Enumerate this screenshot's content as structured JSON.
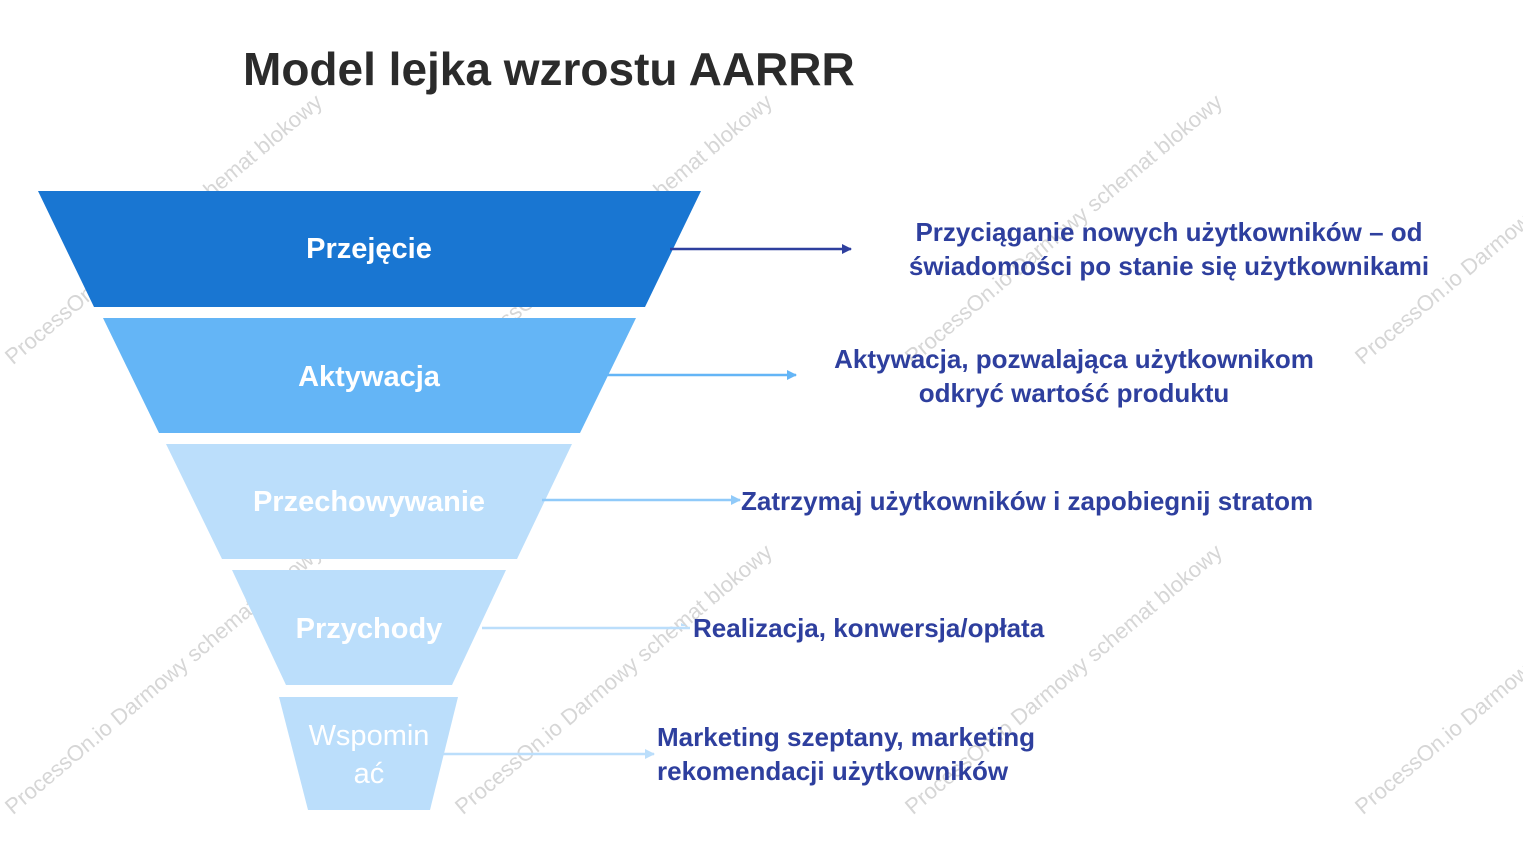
{
  "title": "Model lejka wzrostu AARRR",
  "watermark": "ProcessOn.io Darmowy schemat blokowy",
  "stages": [
    {
      "label_lines": [
        "Przejęcie"
      ],
      "description_lines": [
        "Przyciąganie nowych użytkowników – od",
        "świadomości po stanie się użytkownikami"
      ],
      "fill": "#1976d2",
      "arrow_color": "#2e3f9e"
    },
    {
      "label_lines": [
        "Aktywacja"
      ],
      "description_lines": [
        "Aktywacja, pozwalająca użytkownikom",
        "odkryć wartość produktu"
      ],
      "fill": "#64b5f6",
      "arrow_color": "#64b5f6"
    },
    {
      "label_lines": [
        "Przechowywanie"
      ],
      "description_lines": [
        "Zatrzymaj użytkowników i zapobiegnij stratom"
      ],
      "fill": "#bbdefb",
      "arrow_color": "#90caf9"
    },
    {
      "label_lines": [
        "Przychody"
      ],
      "description_lines": [
        "Realizacja, konwersja/opłata"
      ],
      "fill": "#bbdefb",
      "arrow_color": "#bbdefb"
    },
    {
      "label_lines": [
        "Wspomin",
        "ać"
      ],
      "description_lines": [
        "Marketing szeptany, marketing",
        "rekomendacji użytkowników"
      ],
      "fill": "#bbdefb",
      "arrow_color": "#bbdefb"
    }
  ]
}
